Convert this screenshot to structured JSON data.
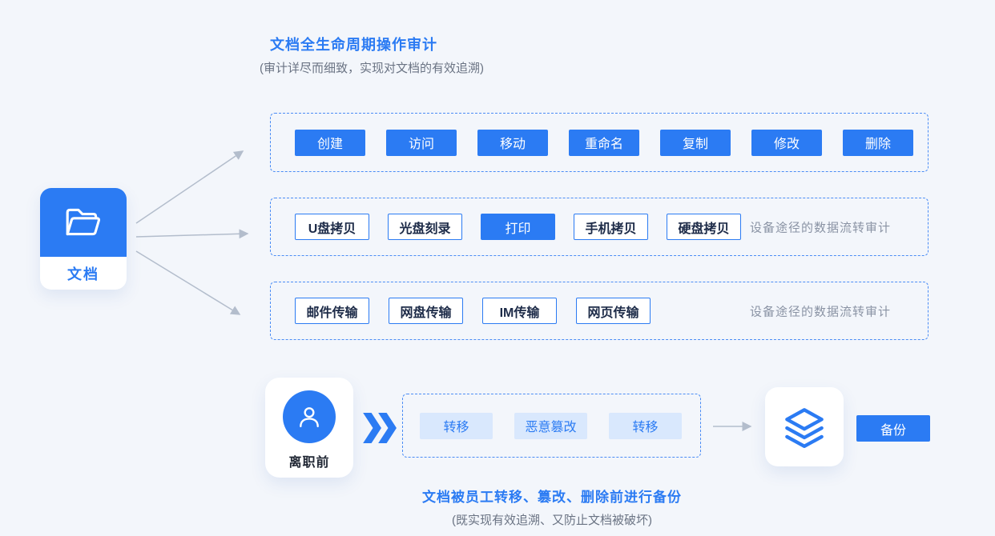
{
  "colors": {
    "primary": "#2b7bf3",
    "background": "#f3f6fb",
    "light_chip_bg": "#d9e8fd",
    "note_gray": "#8a93a4"
  },
  "header": {
    "title": "文档全生命周期操作审计",
    "subtitle": "(审计详尽而细致，实现对文档的有效追溯)"
  },
  "doc_card": {
    "label": "文档"
  },
  "lifecycle_row": {
    "actions": [
      "创建",
      "访问",
      "移动",
      "重命名",
      "复制",
      "修改",
      "删除"
    ]
  },
  "device_row": {
    "actions": [
      "U盘拷贝",
      "光盘刻录",
      "打印",
      "手机拷贝",
      "硬盘拷贝"
    ],
    "note": "设备途径的数据流转审计"
  },
  "network_row": {
    "actions": [
      "邮件传输",
      "网盘传输",
      "IM传输",
      "网页传输"
    ],
    "note": "设备途径的数据流转审计"
  },
  "backup_flow": {
    "actor_label": "离职前",
    "steps": [
      "转移",
      "恶意篡改",
      "转移"
    ],
    "backup_button": "备份",
    "caption": "文档被员工转移、篡改、删除前进行备份",
    "caption_note": "(既实现有效追溯、又防止文档被破坏)"
  },
  "icons": {
    "folder": "folder-icon",
    "person": "person-icon",
    "layers": "layers-icon",
    "double_chevron": "double-chevron-icon",
    "flow_arrows": "flow-arrow-icon"
  }
}
